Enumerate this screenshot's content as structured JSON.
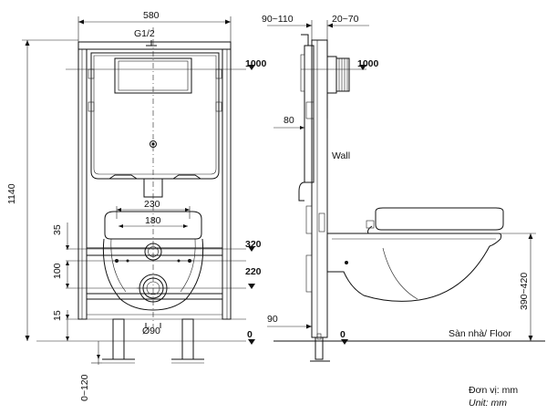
{
  "front_view": {
    "width_label": "580",
    "inlet_label": "G1/2",
    "height_label": "1140",
    "dim_35": "35",
    "dim_100": "100",
    "dim_15": "15",
    "dim_0_120": "0~120",
    "dim_230": "230",
    "dim_180": "180",
    "dim_diameter": "Ø90",
    "level_1000": "1000",
    "level_320": "320",
    "level_220": "220",
    "level_0": "0"
  },
  "side_view": {
    "dim_90_110": "90~110",
    "dim_20_70": "20~70",
    "level_1000": "1000",
    "dim_80": "80",
    "wall_label": "Wall",
    "dim_390_420": "390~420",
    "dim_90": "90",
    "level_0": "0",
    "floor_label": "Sàn nhà/ Floor"
  },
  "units": {
    "vi": "Đơn vị: mm",
    "en": "Unit: mm"
  }
}
